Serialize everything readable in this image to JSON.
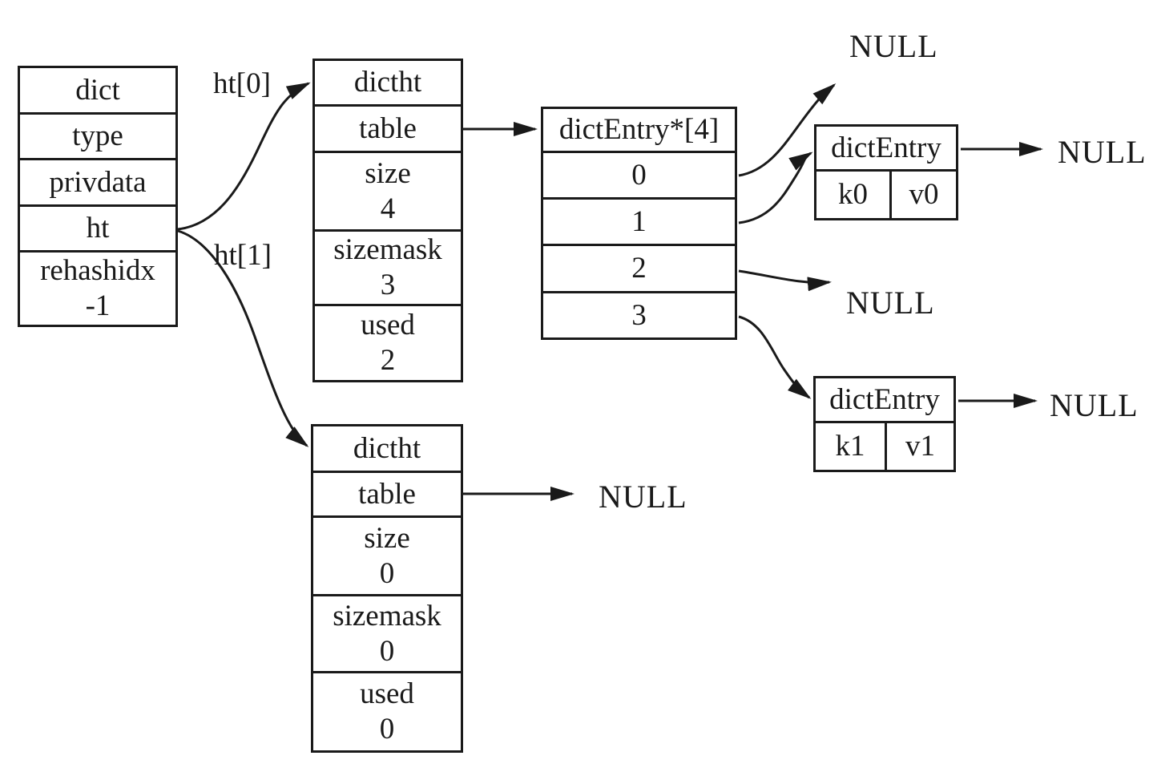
{
  "dict_box": {
    "rows": [
      {
        "label": "dict"
      },
      {
        "label": "type"
      },
      {
        "label": "privdata"
      },
      {
        "label": "ht"
      },
      {
        "label": "rehashidx",
        "value": "-1"
      }
    ]
  },
  "edge_labels": {
    "ht0": "ht[0]",
    "ht1": "ht[1]"
  },
  "dictht0": {
    "rows": [
      {
        "label": "dictht"
      },
      {
        "label": "table"
      },
      {
        "label": "size",
        "value": "4"
      },
      {
        "label": "sizemask",
        "value": "3"
      },
      {
        "label": "used",
        "value": "2"
      }
    ]
  },
  "dictht1": {
    "rows": [
      {
        "label": "dictht"
      },
      {
        "label": "table"
      },
      {
        "label": "size",
        "value": "0"
      },
      {
        "label": "sizemask",
        "value": "0"
      },
      {
        "label": "used",
        "value": "0"
      }
    ]
  },
  "bucket_array": {
    "header": "dictEntry*[4]",
    "slots": [
      "0",
      "1",
      "2",
      "3"
    ]
  },
  "entry0": {
    "header": "dictEntry",
    "key": "k0",
    "value": "v0"
  },
  "entry1": {
    "header": "dictEntry",
    "key": "k1",
    "value": "v1"
  },
  "nulls": {
    "top": "NULL",
    "entry0_next": "NULL",
    "slot2": "NULL",
    "entry1_next": "NULL",
    "ht1_table": "NULL"
  },
  "colors": {
    "line": "#1a1a1a",
    "text": "#1a1a1a",
    "background": "#ffffff"
  }
}
